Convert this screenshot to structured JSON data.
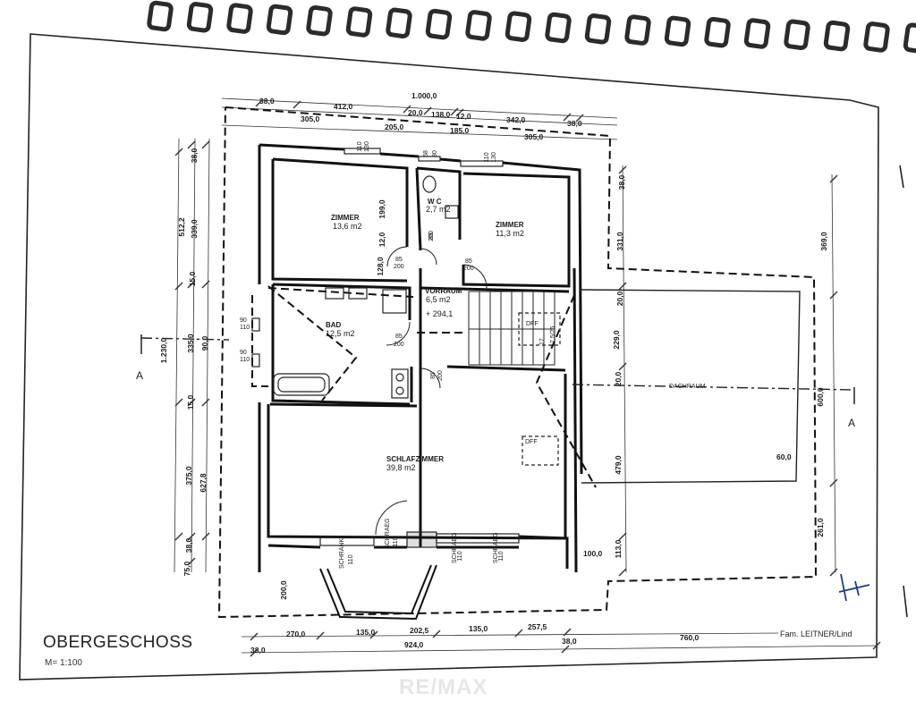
{
  "sheet": {
    "title": "OBERGESCHOSS",
    "scale": "M= 1:100",
    "family": "Fam. LEITNER/Lind",
    "watermark": "RE/MAX",
    "section_marker": "A"
  },
  "rooms": [
    {
      "id": "zimmer-left",
      "name": "ZIMMER",
      "area": "13,6 m2"
    },
    {
      "id": "wc",
      "name": "W C",
      "area": "2,7 m2"
    },
    {
      "id": "zimmer-right",
      "name": "ZIMMER",
      "area": "11,3 m2"
    },
    {
      "id": "vorraum",
      "name": "VORRAUM",
      "area": "6,5 m2"
    },
    {
      "id": "bad",
      "name": "BAD",
      "area": "12,5 m2"
    },
    {
      "id": "schlafzimmer",
      "name": "SCHLAFZIMMER",
      "area": "39,8 m2"
    },
    {
      "id": "dachraum",
      "name": "DACHRAUM",
      "area": ""
    }
  ],
  "labels": {
    "level": "+ 294,1",
    "dff_stair": "DFF",
    "dff_bedroom": "DFF",
    "stair_17": "17",
    "stair_rise": "17,5/25",
    "schrank": "SCHRANK",
    "schraeg": "SCHRAEG"
  },
  "dims": {
    "top_total": "1.000,0",
    "top_row1": [
      "38,0",
      "412,0",
      "20,0",
      "138,0",
      "12,0",
      "342,0",
      "38,0"
    ],
    "top_row2": [
      "305,0",
      "205,0",
      "185,0",
      "305,0"
    ],
    "window_top": [
      "110",
      "130",
      "68",
      "80",
      "110",
      "130"
    ],
    "left_outer": [
      "1.230,0"
    ],
    "left_mid": [
      "512,2",
      "627,8"
    ],
    "left_inner": [
      "38,0",
      "339,0",
      "15,0",
      "90,0",
      "335,0",
      "15,0",
      "375,0",
      "75,0",
      "38,0"
    ],
    "zimmer_inner": [
      "199,0",
      "12,0",
      "128,0"
    ],
    "door": [
      "85",
      "200",
      "85",
      "200",
      "85",
      "200",
      "85",
      "200",
      "85",
      "200"
    ],
    "bad_windows": [
      "90",
      "110",
      "90",
      "110"
    ],
    "right_inner": [
      "38,0",
      "331,0",
      "20,0",
      "229,0",
      "20,0",
      "479,0",
      "113,0"
    ],
    "right_outer": [
      "369,0",
      "600,0",
      "261,0"
    ],
    "dach_small": [
      "60,0",
      "100,0",
      "200,0"
    ],
    "bottom_row1": [
      "270,0",
      "135,0",
      "202,5",
      "135,0",
      "257,5"
    ],
    "bottom_row2": [
      "38,0",
      "924,0",
      "38,0",
      "760,0"
    ],
    "bay_small": [
      "110",
      "110",
      "110",
      "110"
    ]
  },
  "colors": {
    "ink": "#1a1a1a",
    "paper": "#ffffff",
    "spiral": "#2b2b2b"
  }
}
